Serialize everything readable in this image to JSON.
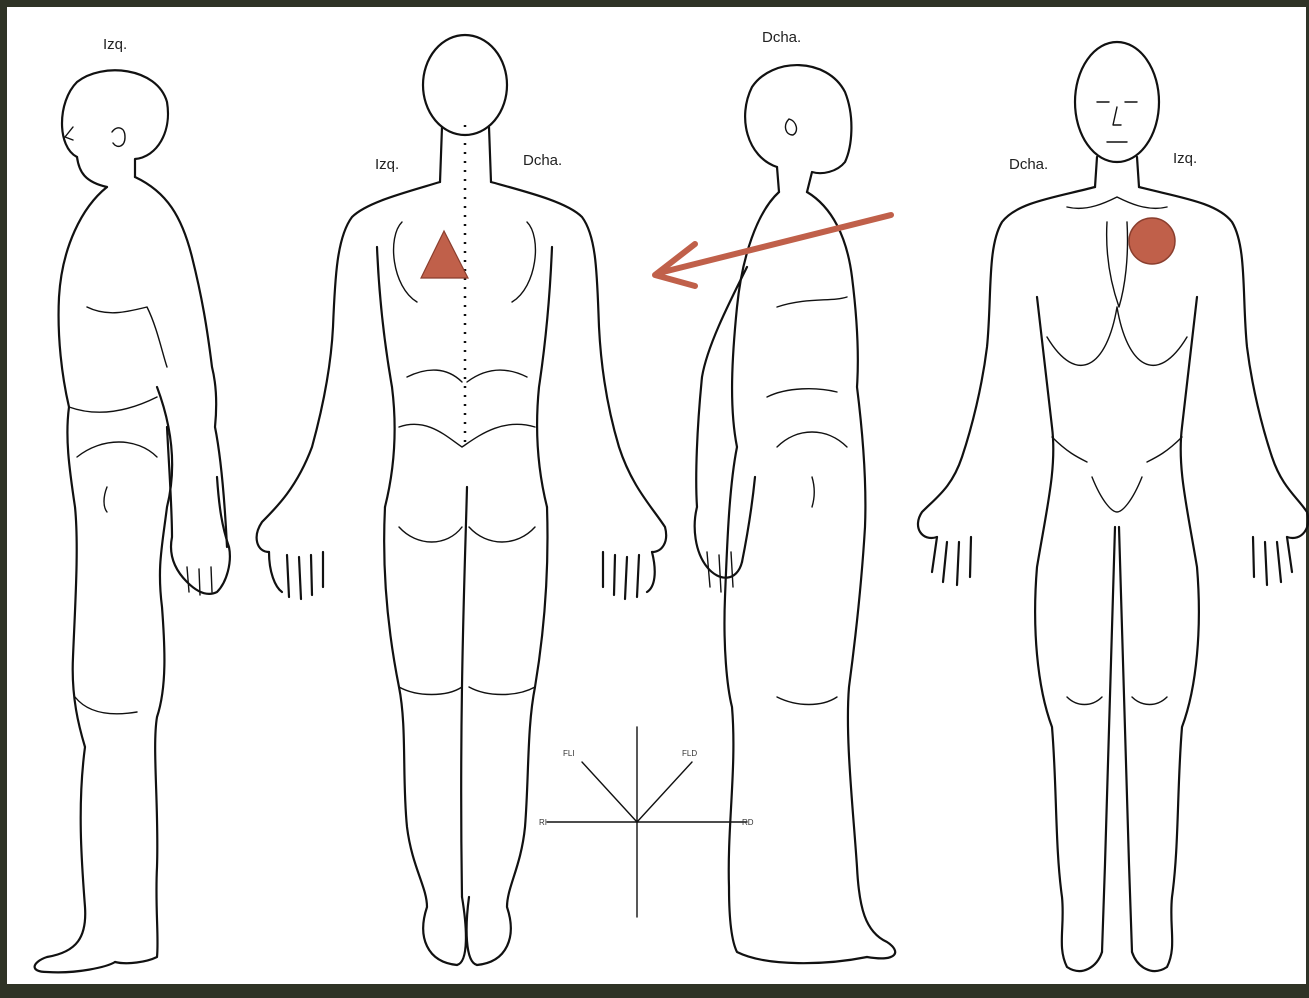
{
  "labels": {
    "side_left": "Izq.",
    "back_left": "Izq.",
    "back_right": "Dcha.",
    "side_right": "Dcha.",
    "front_right": "Dcha.",
    "front_left": "Izq."
  },
  "markers": {
    "triangle_color": "#c0604a",
    "circle_color": "#c0604a",
    "arrow_color": "#c0604a",
    "line_color": "#111111"
  },
  "figures": [
    "left-side-view",
    "back-view",
    "right-side-view",
    "front-view"
  ]
}
